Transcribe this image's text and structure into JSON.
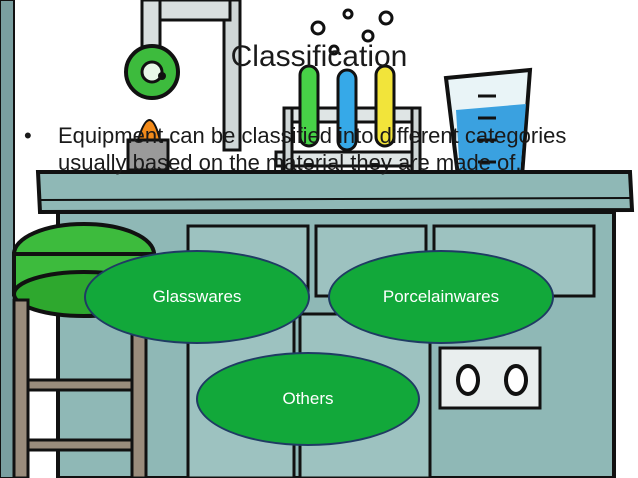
{
  "title": "Classification",
  "bullets": [
    "Equipment can be classified into different categories usually based on the material they are made of."
  ],
  "categories": [
    "Glasswares",
    "Porcelainwares",
    "Others"
  ],
  "colors": {
    "oval_fill": "#12a83a",
    "oval_border": "#1f3b63",
    "bench": "#8fb8b6",
    "outline": "#111111"
  }
}
